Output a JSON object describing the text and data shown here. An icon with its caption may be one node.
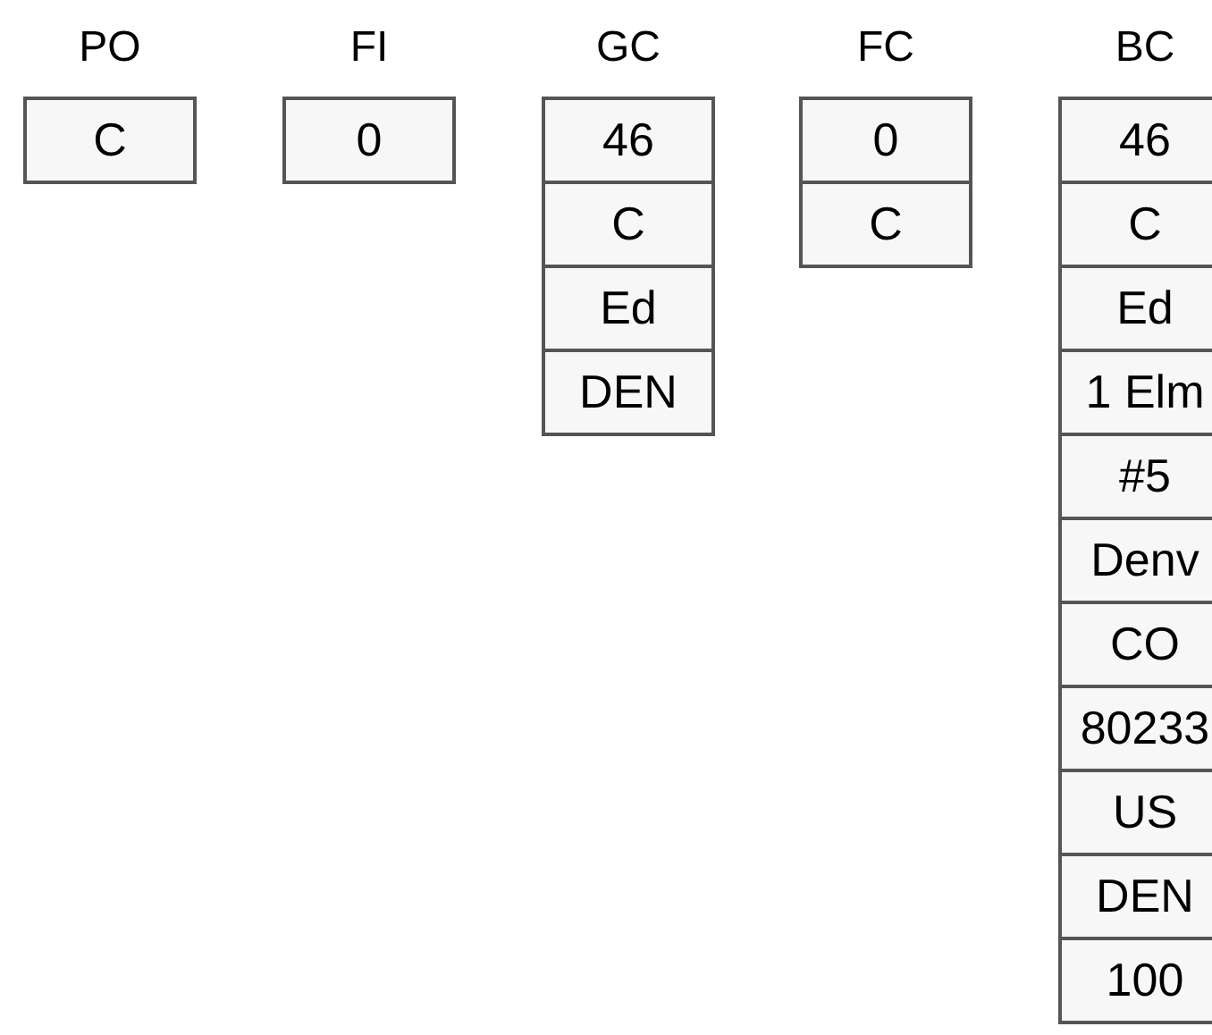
{
  "diagram": {
    "nodes": [
      {
        "text": [
          "PO"
        ]
      },
      {
        "text": [
          "C"
        ],
        "in": 0
      },
      {
        "text": [
          "FI"
        ]
      },
      {
        "text": [
          "0"
        ],
        "in": 2
      },
      {
        "text": [
          "GC"
        ]
      },
      {
        "text": [
          "46"
        ],
        "in": 4
      },
      {
        "text": [
          "C"
        ],
        "in": 4
      },
      {
        "text": [
          "Ed"
        ],
        "in": 4
      },
      {
        "text": [
          "DEN"
        ],
        "in": 4
      },
      {
        "text": [
          "FC"
        ]
      },
      {
        "text": [
          "0"
        ],
        "in": 9
      },
      {
        "text": [
          "C"
        ],
        "in": 9
      },
      {
        "text": [
          "BC"
        ]
      },
      {
        "text": [
          "46"
        ],
        "in": 12
      },
      {
        "text": [
          "C"
        ],
        "in": 12
      },
      {
        "text": [
          "Ed"
        ],
        "in": 12
      },
      {
        "text": [
          "1 Elm"
        ],
        "in": 12
      },
      {
        "text": [
          "#5"
        ],
        "in": 12
      },
      {
        "text": [
          "Denv"
        ],
        "in": 12
      },
      {
        "text": [
          "CO"
        ],
        "in": 12
      },
      {
        "text": [
          "80233"
        ],
        "in": 12
      },
      {
        "text": [
          "US"
        ],
        "in": 12
      },
      {
        "text": [
          "DEN"
        ],
        "in": 12
      },
      {
        "text": [
          "100"
        ],
        "in": 12
      }
    ]
  }
}
